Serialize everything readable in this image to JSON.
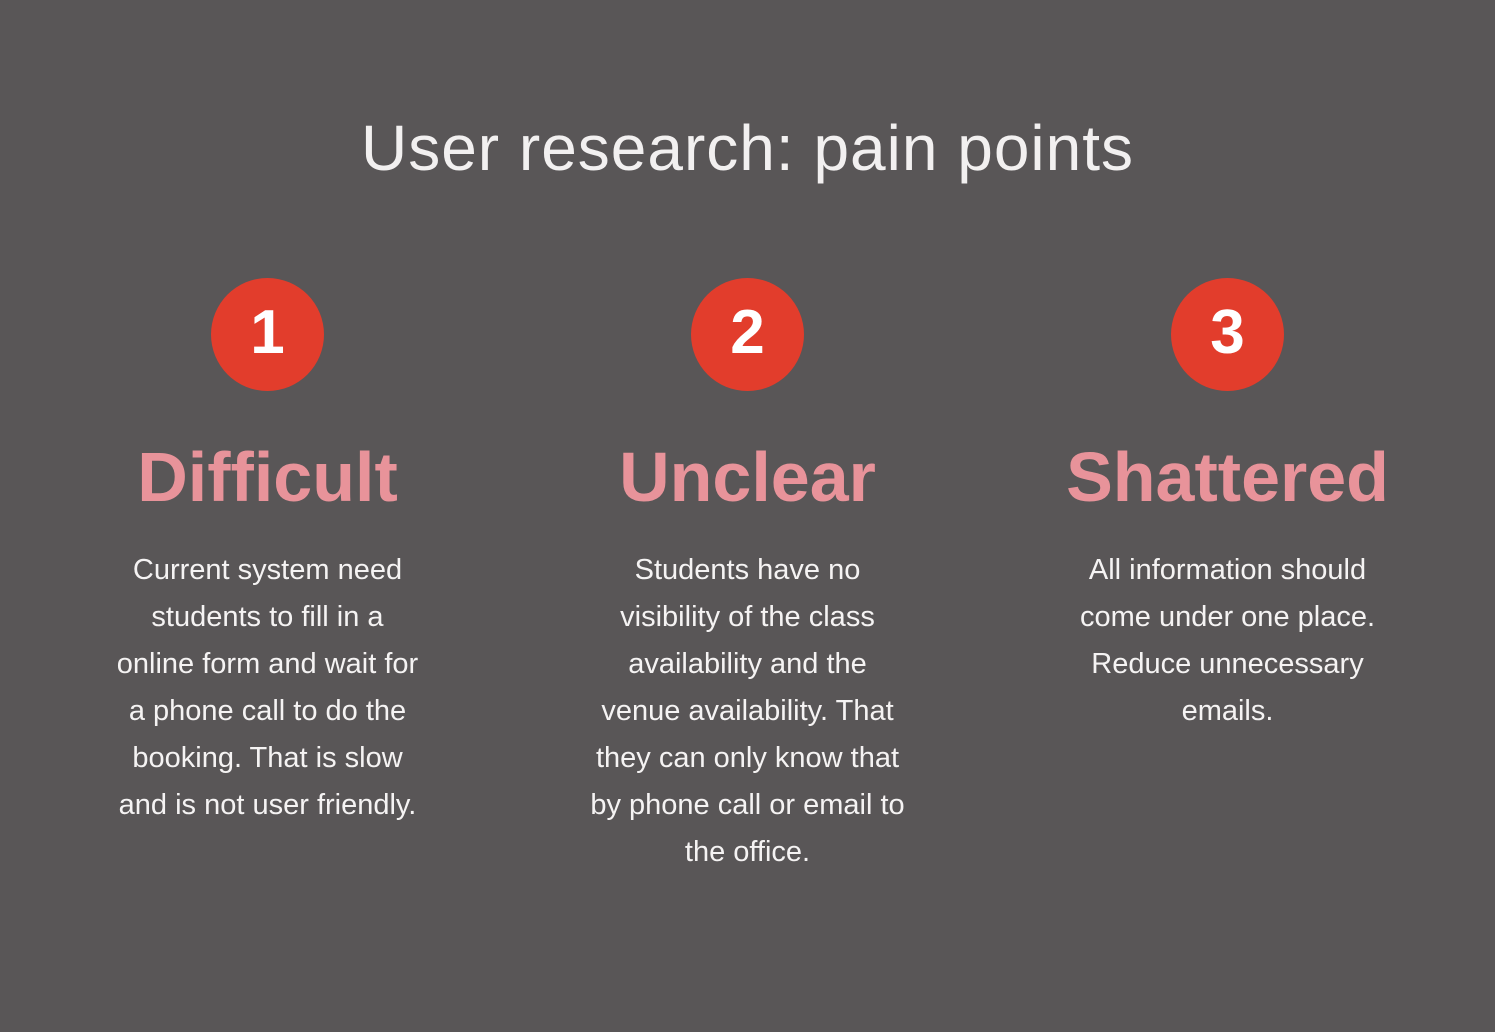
{
  "slide": {
    "title": "User research: pain points",
    "colors": {
      "background": "#595657",
      "circle_red": "#E23D2C",
      "heading_pink": "#E8939A",
      "text_white": "#F5F3F3",
      "title_white": "#F2F0F0"
    },
    "points": [
      {
        "number": "1",
        "heading": "Difficult",
        "body": "Current system need\nstudents to fill in a\nonline form and wait for\na phone call to do the\nbooking. That is slow\nand is not user friendly."
      },
      {
        "number": "2",
        "heading": "Unclear",
        "body": "Students have no\nvisibility of the class\navailability and the\nvenue availability. That\nthey can only know that\nby phone call or email to\nthe office."
      },
      {
        "number": "3",
        "heading": "Shattered",
        "body": "All information should\ncome under one place.\nReduce unnecessary\nemails."
      }
    ]
  }
}
